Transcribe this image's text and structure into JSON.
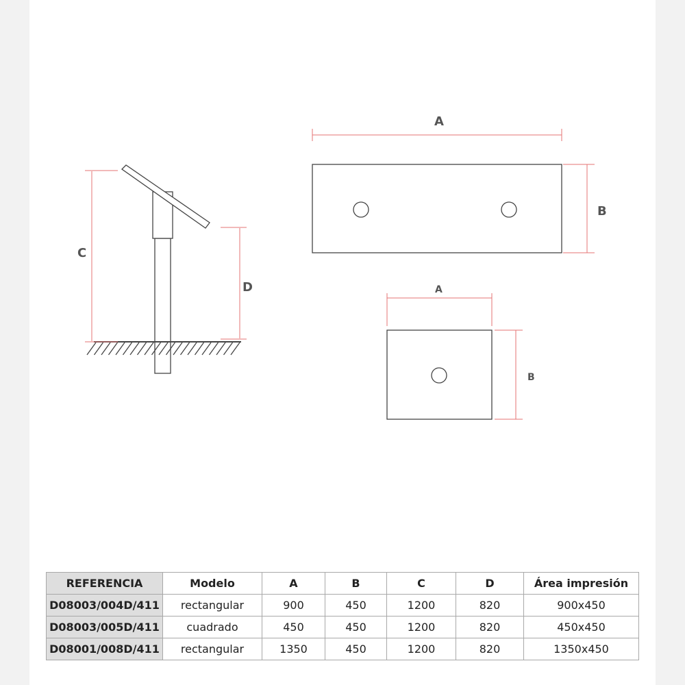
{
  "diagram": {
    "side_view_labels": {
      "c": "C",
      "d": "D"
    },
    "rect_panel_labels": {
      "a": "A",
      "b": "B"
    },
    "square_panel_labels": {
      "a": "A",
      "b": "B"
    },
    "dimension_color": "#e57373",
    "line_color": "#333333"
  },
  "table": {
    "headers": [
      "REFERENCIA",
      "Modelo",
      "A",
      "B",
      "C",
      "D",
      "Área impresión"
    ],
    "rows": [
      [
        "D08003/004D/411",
        "rectangular",
        "900",
        "450",
        "1200",
        "820",
        "900x450"
      ],
      [
        "D08003/005D/411",
        "cuadrado",
        "450",
        "450",
        "1200",
        "820",
        "450x450"
      ],
      [
        "D08001/008D/411",
        "rectangular",
        "1350",
        "450",
        "1200",
        "820",
        "1350x450"
      ]
    ]
  }
}
